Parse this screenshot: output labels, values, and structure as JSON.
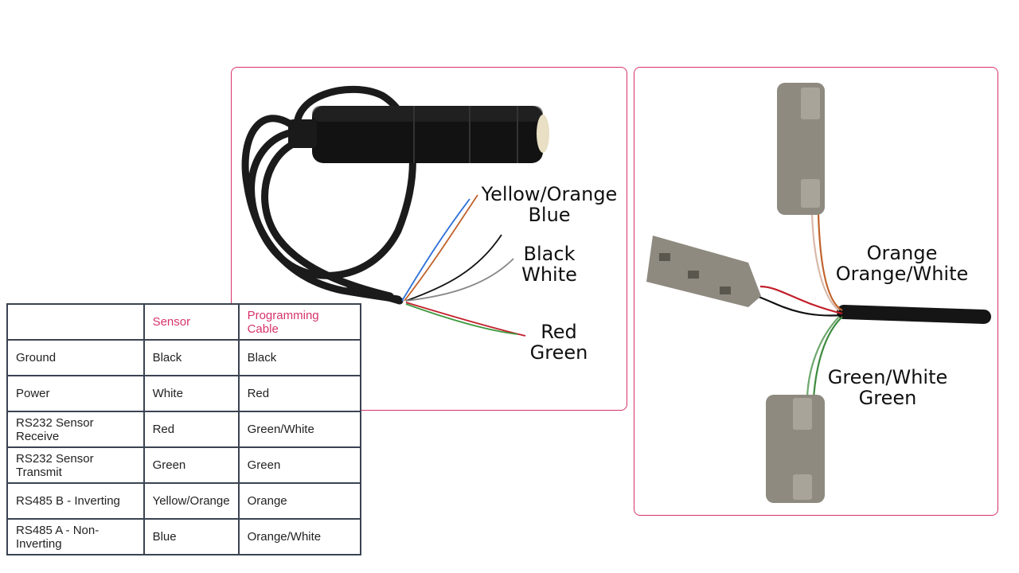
{
  "left_photo": {
    "labels": {
      "yellow_orange": "Yellow/Orange",
      "blue": "Blue",
      "black": "Black",
      "white": "White",
      "red": "Red",
      "green": "Green"
    }
  },
  "right_photo": {
    "labels": {
      "orange": "Orange",
      "orange_white": "Orange/White",
      "green_white": "Green/White",
      "green": "Green"
    }
  },
  "table": {
    "headers": [
      "",
      "Sensor",
      "Programming Cable"
    ],
    "rows": [
      [
        "Ground",
        "Black",
        "Black"
      ],
      [
        "Power",
        "White",
        "Red"
      ],
      [
        "RS232 Sensor Receive",
        "Red",
        "Green/White"
      ],
      [
        "RS232 Sensor Transmit",
        "Green",
        "Green"
      ],
      [
        "RS485 B - Inverting",
        "Yellow/Orange",
        "Orange"
      ],
      [
        "RS485 A - Non-Inverting",
        "Blue",
        "Orange/White"
      ]
    ]
  },
  "colors": {
    "accent": "#d6336c",
    "table_border": "#3b4352"
  }
}
